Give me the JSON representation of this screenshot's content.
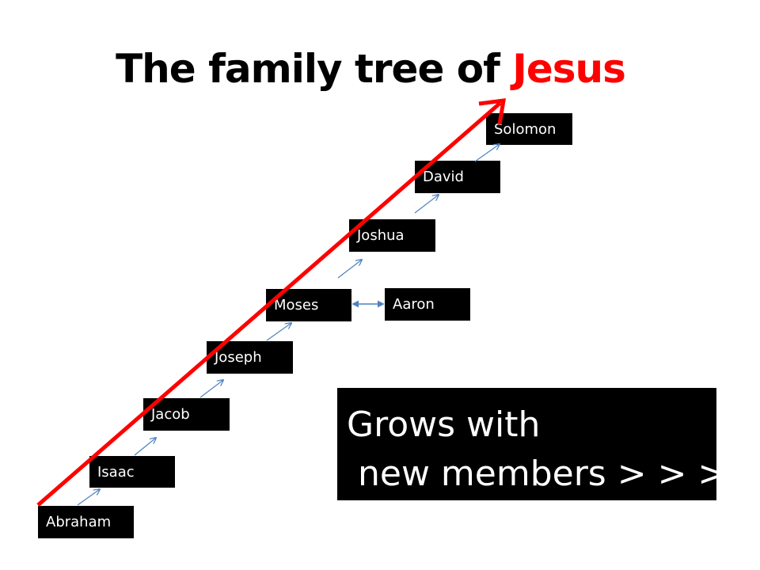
{
  "title": {
    "prefix": "The family tree of ",
    "highlight": "Jesus"
  },
  "nodes": {
    "abraham": "Abraham",
    "isaac": "Isaac",
    "jacob": "Jacob",
    "joseph": "Joseph",
    "moses": "Moses",
    "aaron": "Aaron",
    "joshua": "Joshua",
    "david": "David",
    "solomon": "Solomon"
  },
  "callout": {
    "line1": "Grows with",
    "line2": " new members > > >"
  },
  "colors": {
    "accent": "#ff0000",
    "node_bg": "#000000",
    "connector": "#4f81bd"
  }
}
